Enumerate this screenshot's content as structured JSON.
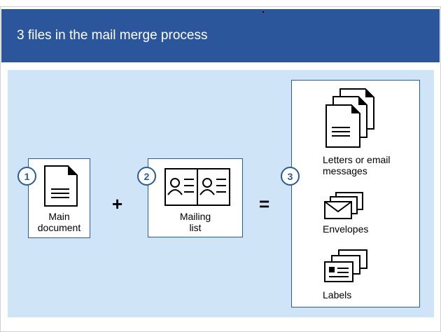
{
  "header": {
    "title": "3 files in the mail merge process"
  },
  "steps": [
    {
      "number": "1",
      "label_line1": "Main",
      "label_line2": "document"
    },
    {
      "number": "2",
      "label_line1": "Mailing",
      "label_line2": "list"
    },
    {
      "number": "3"
    }
  ],
  "operators": {
    "plus": "+",
    "equals": "="
  },
  "outputs": [
    {
      "line1": "Letters or email",
      "line2": "messages"
    },
    {
      "line1": "Envelopes"
    },
    {
      "line1": "Labels"
    }
  ],
  "colors": {
    "banner": "#2c569b",
    "panel": "#cfe5f7",
    "border": "#2a5c96"
  }
}
